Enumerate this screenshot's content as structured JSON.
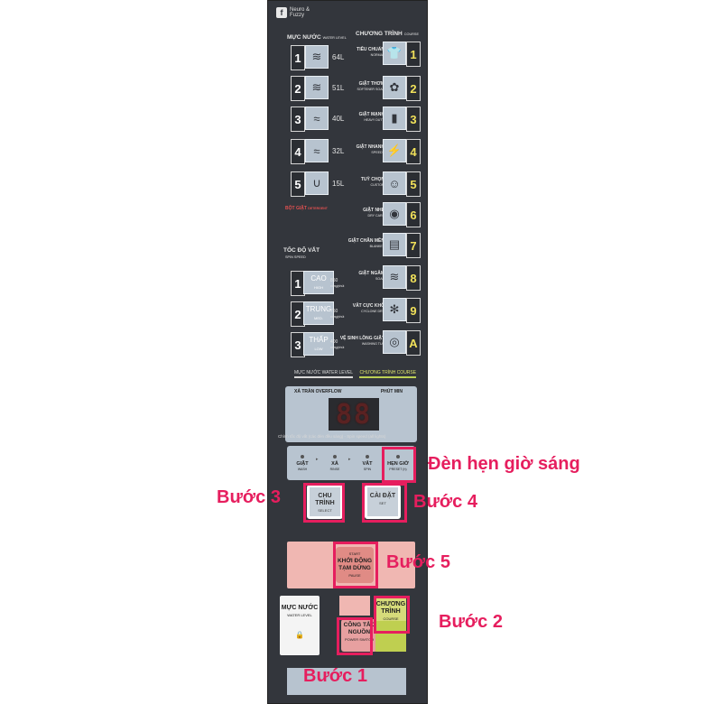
{
  "brand": {
    "logo": "f",
    "name": "Neuro & Fuzzy"
  },
  "headers": {
    "water_level": "MỰC NƯỚC",
    "water_level_en": "WATER LEVEL",
    "course": "CHƯƠNG TRÌNH",
    "course_en": "COURSE",
    "spin_speed": "TỐC ĐỘ VẮT",
    "spin_speed_en": "SPIN SPEED"
  },
  "water_levels": [
    {
      "num": "1",
      "value": "64L"
    },
    {
      "num": "2",
      "value": "51L"
    },
    {
      "num": "3",
      "value": "40L"
    },
    {
      "num": "4",
      "value": "32L"
    },
    {
      "num": "5",
      "value": "15L"
    }
  ],
  "detergent": {
    "label": "BỘT GIẶT",
    "label_en": "DETERGENT"
  },
  "courses": [
    {
      "num": "1",
      "label": "TIÊU CHUẨN",
      "label_en": "NORMAL"
    },
    {
      "num": "2",
      "label": "GIẶT THƠM",
      "label_en": "SOFTENER SOAK"
    },
    {
      "num": "3",
      "label": "GIẶT MẠNH",
      "label_en": "HEAVY DUTY"
    },
    {
      "num": "4",
      "label": "GIẶT NHANH",
      "label_en": "SPEEDY"
    },
    {
      "num": "5",
      "label": "TUỲ CHỌN",
      "label_en": "CUSTOM"
    },
    {
      "num": "6",
      "label": "GIẶT NHẸ",
      "label_en": "DRY CARE"
    },
    {
      "num": "7",
      "label": "GIẶT CHĂN MỀN",
      "label_en": "BLANKET"
    },
    {
      "num": "8",
      "label": "GIẶT NGÂM",
      "label_en": "SOAK"
    },
    {
      "num": "9",
      "label": "VẮT CỰC KHÔ",
      "label_en": "CYCLONE DRY"
    },
    {
      "num": "A",
      "label": "VỆ SINH LỒNG GIẶT",
      "label_en": "WASHING TUB"
    }
  ],
  "spin_speeds": [
    {
      "num": "1",
      "label": "CAO",
      "label_en": "HIGH",
      "rpm": "850",
      "rpm_unit": "vòng/phút"
    },
    {
      "num": "2",
      "label": "TRUNG",
      "label_en": "MED.",
      "rpm": "750",
      "rpm_unit": "vòng/phút"
    },
    {
      "num": "3",
      "label": "THẤP",
      "label_en": "LOW",
      "rpm": "400",
      "rpm_unit": "vòng/phút"
    }
  ],
  "legend": {
    "water": "MỰC NƯỚC WATER LEVEL",
    "course": "CHƯƠNG TRÌNH COURSE"
  },
  "display": {
    "overflow": "XẢ TRÀN",
    "overflow_en": "OVERFLOW",
    "minutes": "PHÚT",
    "minutes_en": "MIN",
    "digits": "88"
  },
  "spin_note": "Chỉnh tốc độ vắt (các đèn đều sáng) - Spin speed (all lights)",
  "indicators": [
    {
      "label": "GIẶT",
      "label_en": "WASH"
    },
    {
      "label": "XẢ",
      "label_en": "RINSE"
    },
    {
      "label": "VẮT",
      "label_en": "SPIN"
    },
    {
      "label": "HẸN GIỜ",
      "label_en": "PRESET (h)"
    }
  ],
  "buttons": {
    "select": "CHU TRÌNH",
    "select_en": "SELECT",
    "set": "CÀI ĐẶT",
    "set_en": "SET",
    "start_en_top": "START",
    "start": "KHỞI ĐỘNG TẠM DỪNG",
    "start_en": "PAUSE",
    "water_level": "MỰC NƯỚC",
    "water_level_en": "WATER LEVEL",
    "power": "CÔNG TẮC NGUỒN",
    "power_en": "POWER SWITCH",
    "course": "CHƯƠNG TRÌNH",
    "course_en": "COURSE"
  },
  "annotations": {
    "timer_light": "Đèn hẹn giờ sáng",
    "step1": "Bước 1",
    "step2": "Bước 2",
    "step3": "Bước 3",
    "step4": "Bước 4",
    "step5": "Bước 5",
    "color": "#e61e5e"
  }
}
